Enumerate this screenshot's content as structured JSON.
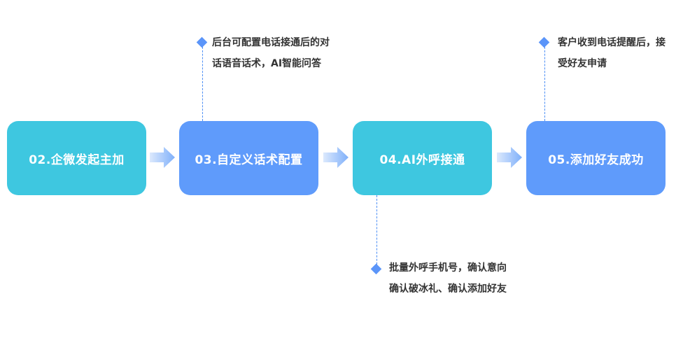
{
  "steps": [
    {
      "label": "02.企微发起主加",
      "color": "#3ec7e0"
    },
    {
      "label": "03.自定义话术配置",
      "color": "#5f9bfb"
    },
    {
      "label": "04.AI外呼接通",
      "color": "#3ec7e0"
    },
    {
      "label": "05.添加好友成功",
      "color": "#5f9bfb"
    }
  ],
  "notes": {
    "step03": {
      "line1": "后台可配置电话接通后的对",
      "line2": "话语音话术，AI智能问答"
    },
    "step04": {
      "line1": "批量外呼手机号，确认意向",
      "line2": "确认破冰礼、确认添加好友"
    },
    "step05": {
      "line1": "客户收到电话提醒后，接",
      "line2": "受好友申请"
    }
  },
  "colors": {
    "teal": "#3ec7e0",
    "blue": "#5f9bfb",
    "connector": "#4d8ff5",
    "note_text": "#333333"
  }
}
